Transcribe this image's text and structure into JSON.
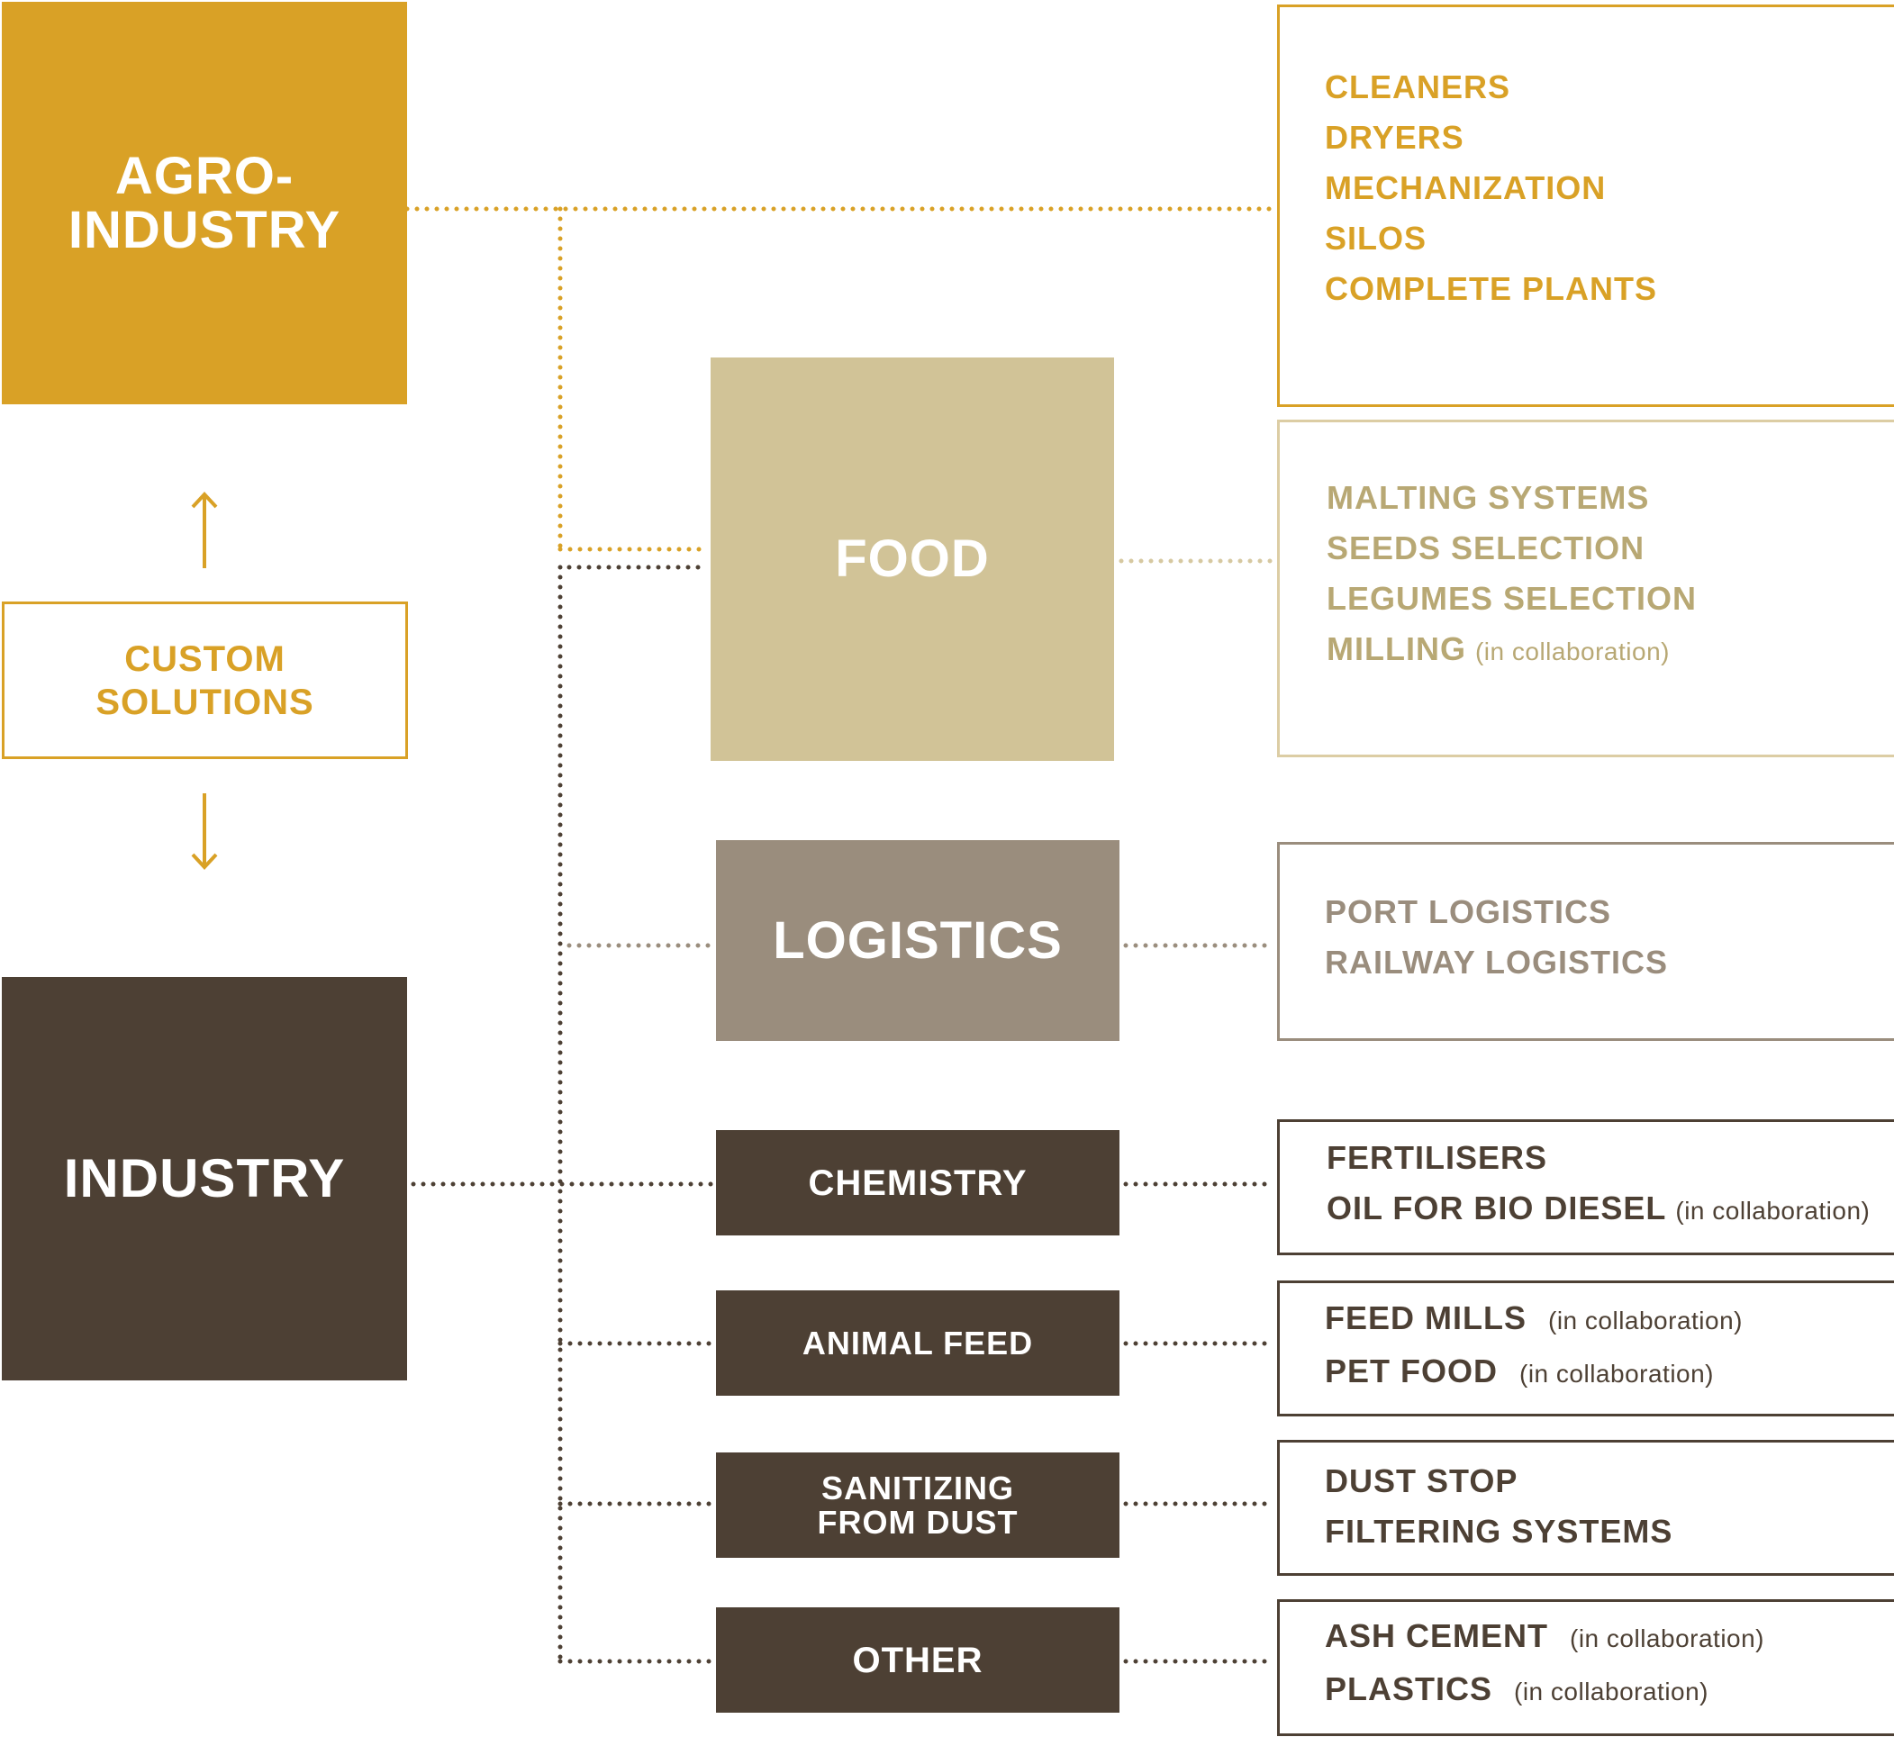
{
  "colors": {
    "gold": "#D9A126",
    "tan": "#D1C397",
    "tan_border": "#DCCDA4",
    "tan_text": "#B8A874",
    "taupe": "#9A8D7D",
    "taupe_text": "#9A8D7D",
    "brown": "#4D4034",
    "dot_gold": "#D9A126",
    "dot_tan": "#D6C8A0",
    "dot_taupe": "#9A8D7D",
    "dot_brown": "#4D4034"
  },
  "categories": {
    "agro_industry": {
      "line1": "AGRO-",
      "line2": "INDUSTRY"
    },
    "custom_solutions": {
      "line1": "CUSTOM",
      "line2": "SOLUTIONS"
    },
    "industry": {
      "label": "INDUSTRY"
    }
  },
  "sectors": {
    "food": {
      "label": "FOOD"
    },
    "logistics": {
      "label": "LOGISTICS"
    },
    "chemistry": {
      "label": "CHEMISTRY"
    },
    "animal_feed": {
      "label": "ANIMAL FEED"
    },
    "sanitizing": {
      "line1": "SANITIZING",
      "line2": "FROM DUST"
    },
    "other": {
      "label": "OTHER"
    }
  },
  "lists": {
    "agro": [
      {
        "text": "CLEANERS",
        "note": ""
      },
      {
        "text": "DRYERS",
        "note": ""
      },
      {
        "text": "MECHANIZATION",
        "note": ""
      },
      {
        "text": "SILOS",
        "note": ""
      },
      {
        "text": "COMPLETE PLANTS",
        "note": ""
      }
    ],
    "food": [
      {
        "text": "MALTING SYSTEMS",
        "note": ""
      },
      {
        "text": "SEEDS SELECTION",
        "note": ""
      },
      {
        "text": "LEGUMES SELECTION",
        "note": ""
      },
      {
        "text": "MILLING",
        "note": "(in collaboration)"
      }
    ],
    "logistics": [
      {
        "text": "PORT LOGISTICS",
        "note": ""
      },
      {
        "text": "RAILWAY LOGISTICS",
        "note": ""
      }
    ],
    "chemistry": [
      {
        "text": "FERTILISERS",
        "note": ""
      },
      {
        "text": "OIL FOR BIO DIESEL",
        "note": "(in collaboration)"
      }
    ],
    "animal_feed": [
      {
        "text": "FEED MILLS",
        "note": "(in collaboration)"
      },
      {
        "text": "PET FOOD",
        "note": "(in collaboration)"
      }
    ],
    "sanitizing": [
      {
        "text": "DUST STOP",
        "note": ""
      },
      {
        "text": "FILTERING SYSTEMS",
        "note": ""
      }
    ],
    "other": [
      {
        "text": "ASH CEMENT",
        "note": "(in collaboration)"
      },
      {
        "text": "PLASTICS",
        "note": "(in collaboration)"
      }
    ]
  }
}
